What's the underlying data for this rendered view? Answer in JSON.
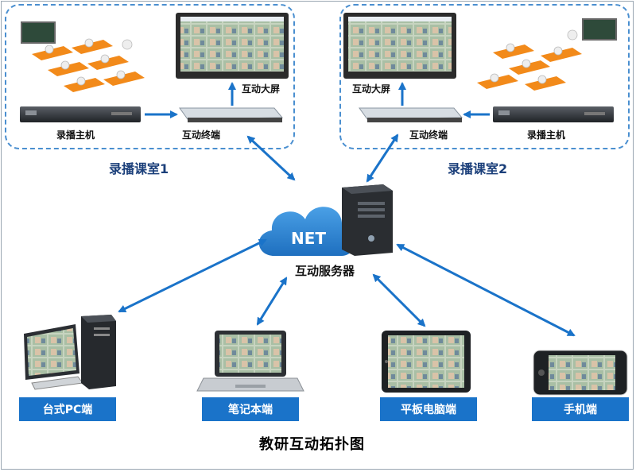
{
  "rooms": [
    {
      "title": "录播课室1",
      "host_label": "录播主机",
      "terminal_label": "互动终端",
      "screen_label": "互动大屏"
    },
    {
      "title": "录播课室2",
      "host_label": "录播主机",
      "terminal_label": "互动终端",
      "screen_label": "互动大屏"
    }
  ],
  "server": {
    "cloud_text": "NET",
    "label": "互动服务器"
  },
  "endpoints": [
    {
      "label": "台式PC端",
      "icon": "desktop-pc-icon"
    },
    {
      "label": "笔记本端",
      "icon": "laptop-icon"
    },
    {
      "label": "平板电脑端",
      "icon": "tablet-icon"
    },
    {
      "label": "手机端",
      "icon": "phone-icon"
    }
  ],
  "diagram_title": "教研互动拓扑图",
  "colors": {
    "accent": "#1a73c9",
    "dashed_border": "#4a8fd0",
    "cloud": "#2f86d3"
  }
}
